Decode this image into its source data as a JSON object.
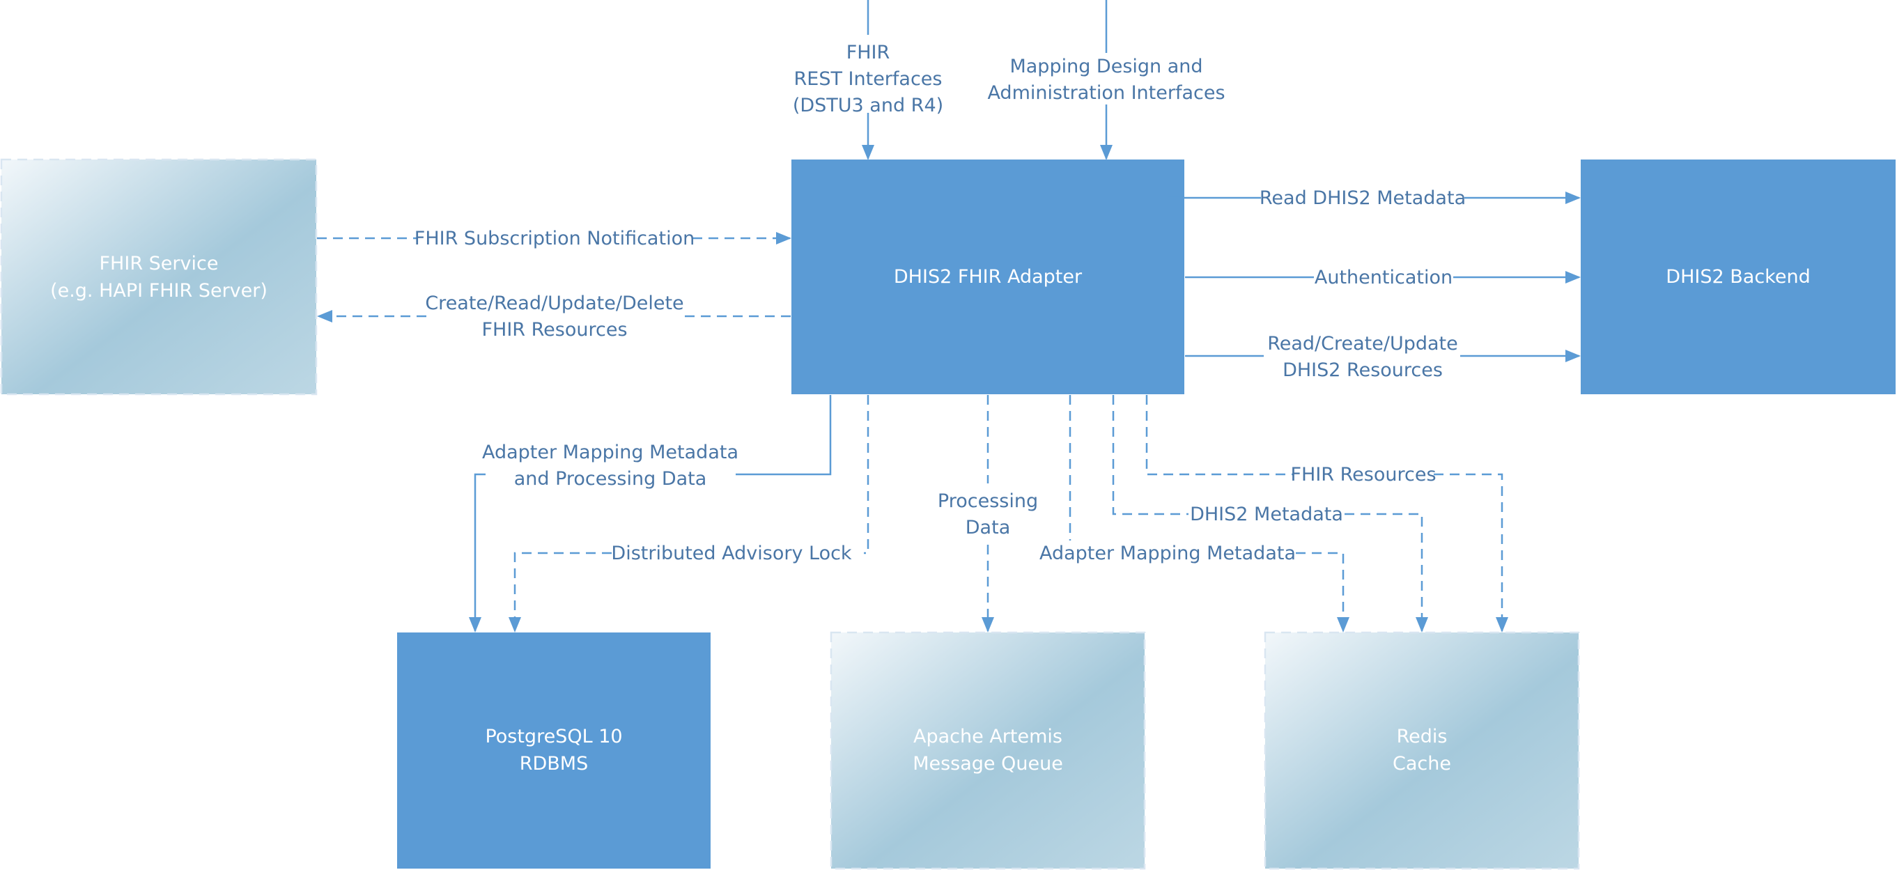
{
  "colors": {
    "primary_box": "#5b9bd5",
    "connector": "#5b9bd5",
    "label_text": "#4a76a6",
    "faded_box_light": "#f2f7fa",
    "faded_box_dark": "#a5c9db"
  },
  "boxes": {
    "adapter": {
      "lines": [
        "DHIS2 FHIR Adapter"
      ],
      "style": "solid"
    },
    "fhir_service": {
      "lines": [
        "FHIR Service",
        "(e.g. HAPI FHIR Server)"
      ],
      "style": "faded-dashed"
    },
    "dhis2_backend": {
      "lines": [
        "DHIS2 Backend"
      ],
      "style": "solid"
    },
    "postgres": {
      "lines": [
        "PostgreSQL 10",
        "RDBMS"
      ],
      "style": "solid"
    },
    "artemis": {
      "lines": [
        "Apache Artemis",
        "Message Queue"
      ],
      "style": "faded-dashed"
    },
    "redis": {
      "lines": [
        "Redis",
        "Cache"
      ],
      "style": "faded-dashed"
    }
  },
  "connectors": {
    "fhir_rest": {
      "lines": [
        "FHIR",
        "REST Interfaces",
        "(DSTU3 and R4)"
      ],
      "style": "solid"
    },
    "mapping_design": {
      "lines": [
        "Mapping Design and",
        "Administration Interfaces"
      ],
      "style": "solid"
    },
    "subscription": {
      "lines": [
        "FHIR Subscription Notification"
      ],
      "style": "dashed"
    },
    "crud_fhir": {
      "lines": [
        "Create/Read/Update/Delete",
        "FHIR Resources"
      ],
      "style": "dashed"
    },
    "read_metadata": {
      "lines": [
        "Read DHIS2 Metadata"
      ],
      "style": "solid"
    },
    "authentication": {
      "lines": [
        "Authentication"
      ],
      "style": "solid"
    },
    "read_create_update": {
      "lines": [
        "Read/Create/Update",
        "DHIS2 Resources"
      ],
      "style": "solid"
    },
    "adapter_mapping_processing": {
      "lines": [
        "Adapter Mapping Metadata",
        "and Processing Data"
      ],
      "style": "solid"
    },
    "advisory_lock": {
      "lines": [
        "Distributed Advisory Lock"
      ],
      "style": "dashed"
    },
    "processing_data": {
      "lines": [
        "Processing",
        "Data"
      ],
      "style": "dashed"
    },
    "adapter_mapping_metadata": {
      "lines": [
        "Adapter Mapping Metadata"
      ],
      "style": "dashed"
    },
    "dhis2_metadata": {
      "lines": [
        "DHIS2 Metadata"
      ],
      "style": "dashed"
    },
    "fhir_resources": {
      "lines": [
        "FHIR Resources"
      ],
      "style": "dashed"
    }
  }
}
